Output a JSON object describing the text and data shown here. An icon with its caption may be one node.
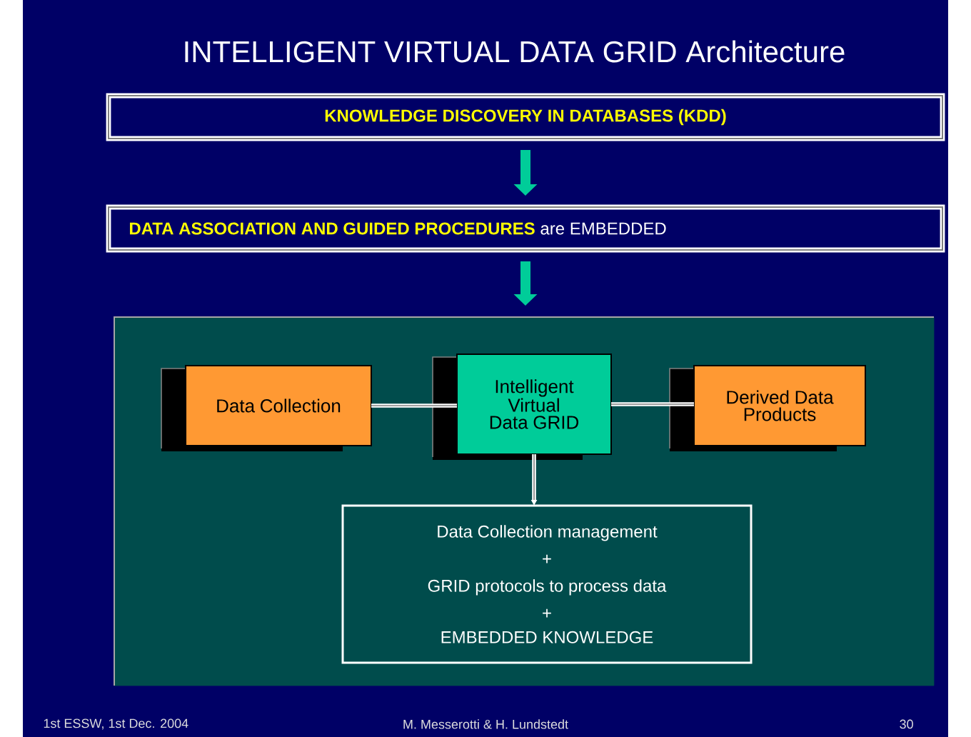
{
  "diagram": {
    "title": "INTELLIGENT VIRTUAL DATA GRID Architecture",
    "nodes": [
      {
        "text": [
          "KNOWLEDGE DISCOVERY IN DATABASES (KDD)"
        ]
      },
      {
        "text": [
          "DATA ASSOCIATION AND GUIDED PROCEDURES",
          "are EMBEDDED"
        ]
      },
      {
        "text": [],
        "shape": "box"
      },
      {
        "text": [
          "Data Collection"
        ],
        "in": 2
      },
      {
        "text": [
          "Intelligent Virtual Data GRID"
        ],
        "in": 2
      },
      {
        "text": [
          "Derived Data Products"
        ],
        "in": 2
      },
      {
        "text": [
          "Data Collection management",
          "+",
          "GRID protocols to process data",
          "+",
          "EMBEDDED KNOWLEDGE"
        ],
        "in": 2
      }
    ],
    "edges": [
      {
        "from": 0,
        "to": 1,
        "arrow": "to",
        "style": "thick",
        "color": "#00cc99"
      },
      {
        "from": 1,
        "to": 2,
        "arrow": "to",
        "style": "thick",
        "color": "#00cc99"
      },
      {
        "from": 3,
        "to": 4,
        "arrow": "none"
      },
      {
        "from": 4,
        "to": 5,
        "arrow": "none"
      },
      {
        "from": 4,
        "to": 6,
        "arrow": "to"
      }
    ],
    "labels": [
      "1st ESSW, 1st Dec. 2004",
      "M. Messerotti & H. Lundstedt",
      "30"
    ]
  }
}
